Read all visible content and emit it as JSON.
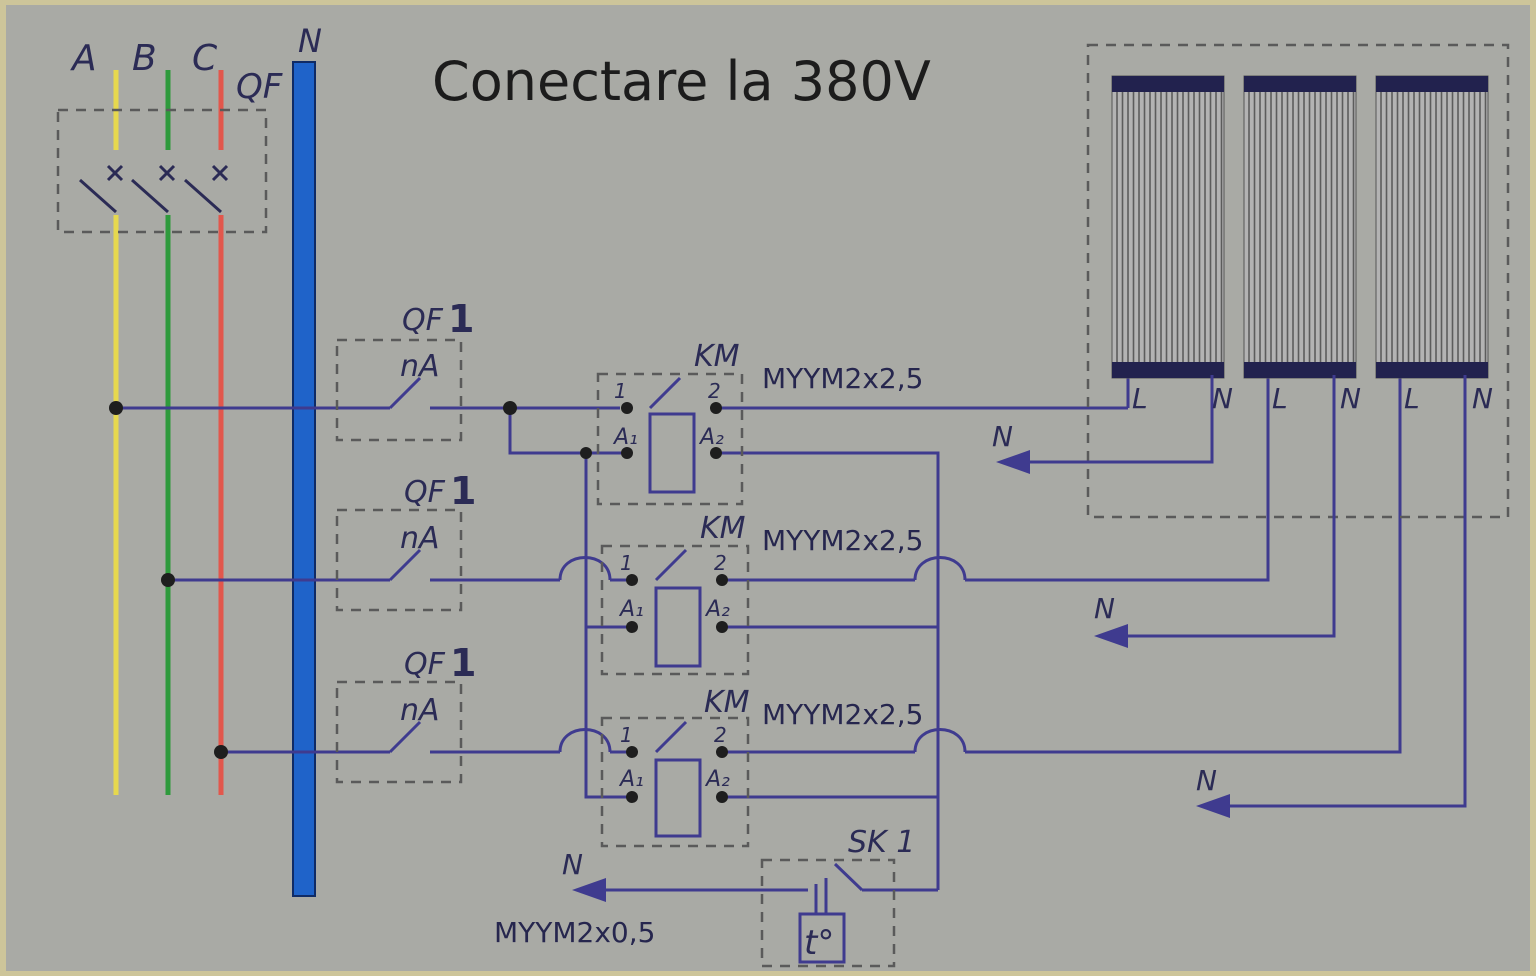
{
  "title": "Conectare la 380V",
  "phases": {
    "a": "A",
    "b": "B",
    "c": "C"
  },
  "neutral_bus": "N",
  "main_breaker": "QF",
  "breakers": [
    {
      "name": "QF",
      "index": "1",
      "pole": "nA"
    },
    {
      "name": "QF",
      "index": "1",
      "pole": "nA"
    },
    {
      "name": "QF",
      "index": "1",
      "pole": "nA"
    }
  ],
  "contactors": [
    {
      "name": "KM",
      "contact_in": "1",
      "contact_out": "2",
      "coil_a1": "A₁",
      "coil_a2": "A₂",
      "cable": "MYYM2x2,5"
    },
    {
      "name": "KM",
      "contact_in": "1",
      "contact_out": "2",
      "coil_a1": "A₁",
      "coil_a2": "A₂",
      "cable": "MYYM2x2,5"
    },
    {
      "name": "KM",
      "contact_in": "1",
      "contact_out": "2",
      "coil_a1": "A₁",
      "coil_a2": "A₂",
      "cable": "MYYM2x2,5"
    }
  ],
  "neutral_arrows": [
    "N",
    "N",
    "N",
    "N"
  ],
  "heaters": [
    {
      "l": "L",
      "n": "N"
    },
    {
      "l": "L",
      "n": "N"
    },
    {
      "l": "L",
      "n": "N"
    }
  ],
  "thermostat": {
    "name": "SK 1",
    "symbol": "t°",
    "cable": "MYYM2x0,5"
  },
  "colors": {
    "background": "#a9aaa5",
    "border": "#cdc59a",
    "phase_a": "#e6d84e",
    "phase_b": "#2e9a3c",
    "phase_c": "#e2574c",
    "neutral_bus": "#1f63c9",
    "wire": "#3f3b8f",
    "heater_cap": "#22224e"
  }
}
